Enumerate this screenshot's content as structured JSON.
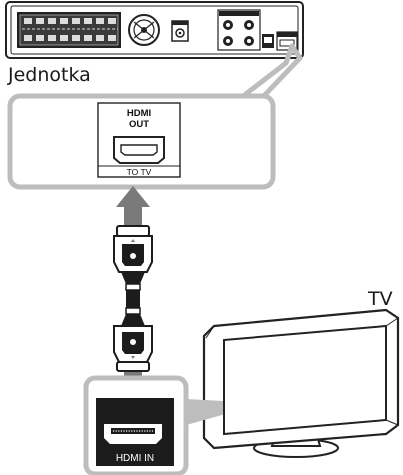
{
  "labels": {
    "unit": "Jednotka",
    "tv": "TV",
    "hdmi_out_line1": "HDMI",
    "hdmi_out_line2": "OUT",
    "to_tv": "TO TV",
    "hdmi_in": "HDMI IN"
  },
  "colors": {
    "callout_gray": "#bdbdbd",
    "arrow_gray": "#7a7a7a",
    "cable_dark": "#1c1c1c",
    "line": "#222222"
  },
  "icons": {
    "arrow_up": "arrow-up-icon",
    "arrow_down": "arrow-down-icon",
    "cable": "hdmi-cable-icon"
  }
}
